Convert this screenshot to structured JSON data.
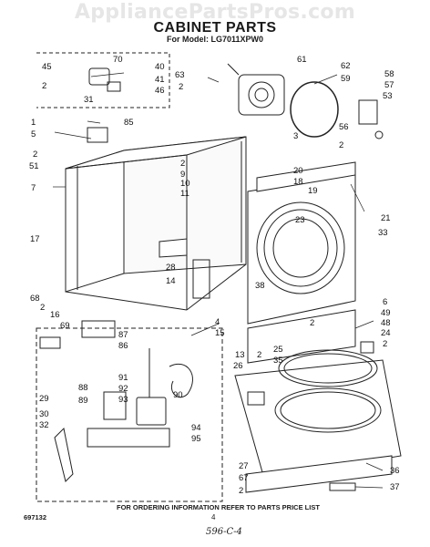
{
  "watermark": "AppliancePartsPros.com",
  "title": "CABINET PARTS",
  "subtitle": "For Model: LG7011XPW0",
  "footer": {
    "left_code": "697132",
    "order_note": "FOR ORDERING INFORMATION REFER TO PARTS PRICE LIST",
    "page_number": "4",
    "handwritten": "596-C-4"
  },
  "callouts": [
    "70",
    "45",
    "40",
    "41",
    "46",
    "2",
    "31",
    "1",
    "85",
    "5",
    "2",
    "51",
    "7",
    "17",
    "68",
    "2",
    "16",
    "69",
    "63",
    "2",
    "61",
    "62",
    "58",
    "59",
    "57",
    "53",
    "56",
    "3",
    "2",
    "2",
    "9",
    "10",
    "11",
    "20",
    "18",
    "19",
    "21",
    "23",
    "33",
    "38",
    "28",
    "14",
    "4",
    "15",
    "6",
    "49",
    "48",
    "24",
    "2",
    "2",
    "2",
    "88",
    "87",
    "86",
    "91",
    "92",
    "93",
    "89",
    "90",
    "94",
    "95",
    "29",
    "30",
    "32",
    "13",
    "26",
    "27",
    "67",
    "2",
    "25",
    "35",
    "36",
    "37"
  ]
}
